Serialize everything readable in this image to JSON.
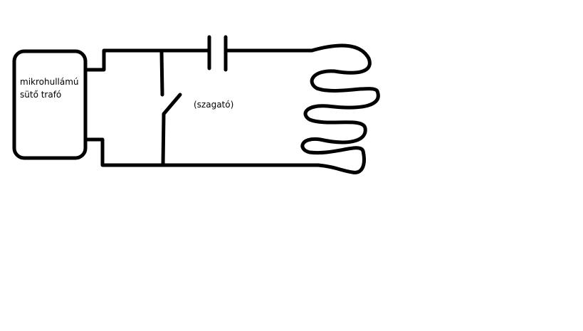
{
  "diagram": {
    "transformer_label_line1": "mikrohullámú",
    "transformer_label_line2": "sütő trafó",
    "switch_label": "(szagató)",
    "stroke_color": "#000000",
    "background_color": "#ffffff"
  }
}
